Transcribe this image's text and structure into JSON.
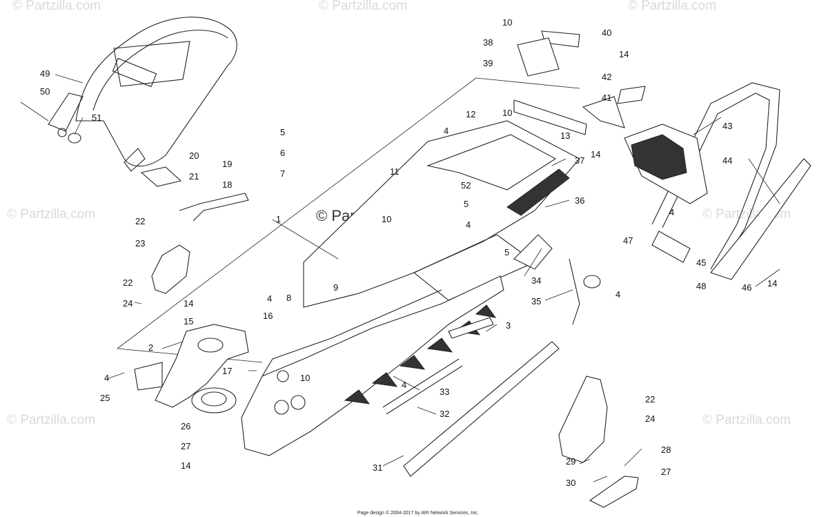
{
  "watermark": "© Partzilla.com",
  "center_watermark": "© Partzilla.com",
  "footer": "Page design © 2004-2017 by ARI Network Services, Inc.",
  "callouts": [
    "1",
    "2",
    "3",
    "4",
    "5",
    "6",
    "7",
    "8",
    "9",
    "10",
    "11",
    "12",
    "13",
    "14",
    "15",
    "16",
    "17",
    "18",
    "19",
    "20",
    "21",
    "22",
    "23",
    "24",
    "25",
    "26",
    "27",
    "28",
    "29",
    "30",
    "31",
    "32",
    "33",
    "34",
    "35",
    "36",
    "37",
    "38",
    "39",
    "40",
    "41",
    "42",
    "43",
    "44",
    "45",
    "46",
    "47",
    "48",
    "49",
    "50",
    "51",
    "52"
  ]
}
